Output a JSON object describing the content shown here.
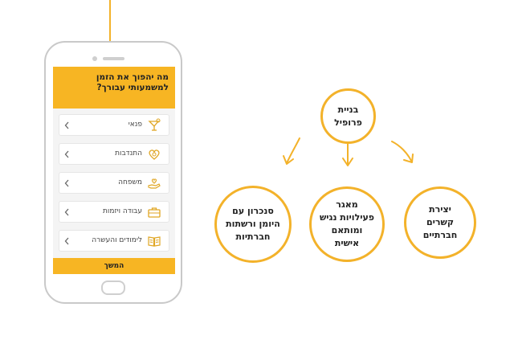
{
  "phone": {
    "title": "מה יהפוך את הזמן למשמעותי עבורך?",
    "menu_items": [
      {
        "label": "פנאי",
        "icon": "cocktail-glass-icon"
      },
      {
        "label": "התנדבות",
        "icon": "heart-ribbon-icon"
      },
      {
        "label": "משפחה",
        "icon": "hand-holding-heart-icon"
      },
      {
        "label": "עבודה ויזמות",
        "icon": "briefcase-icon"
      },
      {
        "label": "לימודים והעשרה",
        "icon": "open-book-icon"
      }
    ],
    "continue_label": "המשך"
  },
  "diagram": {
    "center_node": "בניית פרופיל",
    "nodes": [
      {
        "label": "יצירת קשרים חברתיים"
      },
      {
        "label": "מאגר פעילויות נגיש ומותאם אישית"
      },
      {
        "label": "סנכרון עם היומן ורשתות חברתיות"
      }
    ]
  },
  "colors": {
    "accent": "#f7b523",
    "outline": "#f3b22a",
    "phone_frame": "#c9c9c9",
    "text": "#222222"
  }
}
